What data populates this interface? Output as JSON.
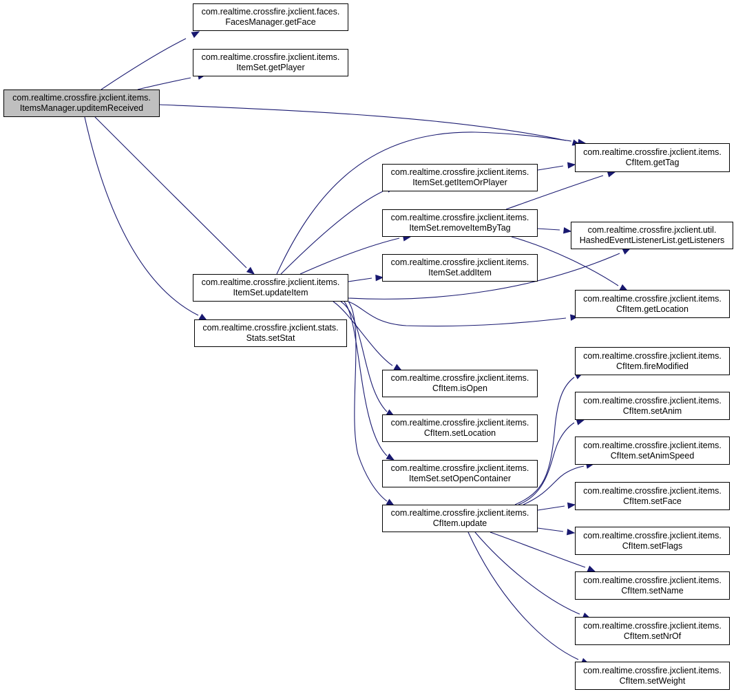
{
  "graph": {
    "root_fill": "#bfbfbf",
    "edge_color": "#191970",
    "nodes": {
      "itemsmanager_upditemreceived": {
        "line1": "com.realtime.crossfire.jxclient.items.",
        "line2": "ItemsManager.upditemReceived"
      },
      "facesmanager_getface": {
        "line1": "com.realtime.crossfire.jxclient.faces.",
        "line2": "FacesManager.getFace"
      },
      "itemset_getplayer": {
        "line1": "com.realtime.crossfire.jxclient.items.",
        "line2": "ItemSet.getPlayer"
      },
      "itemset_updateitem": {
        "line1": "com.realtime.crossfire.jxclient.items.",
        "line2": "ItemSet.updateItem"
      },
      "stats_setstat": {
        "line1": "com.realtime.crossfire.jxclient.stats.",
        "line2": "Stats.setStat"
      },
      "itemset_getitemorplayer": {
        "line1": "com.realtime.crossfire.jxclient.items.",
        "line2": "ItemSet.getItemOrPlayer"
      },
      "itemset_removeitembytag": {
        "line1": "com.realtime.crossfire.jxclient.items.",
        "line2": "ItemSet.removeItemByTag"
      },
      "itemset_additem": {
        "line1": "com.realtime.crossfire.jxclient.items.",
        "line2": "ItemSet.addItem"
      },
      "cfitem_isopen": {
        "line1": "com.realtime.crossfire.jxclient.items.",
        "line2": "CfItem.isOpen"
      },
      "cfitem_setlocation": {
        "line1": "com.realtime.crossfire.jxclient.items.",
        "line2": "CfItem.setLocation"
      },
      "itemset_setopencontainer": {
        "line1": "com.realtime.crossfire.jxclient.items.",
        "line2": "ItemSet.setOpenContainer"
      },
      "cfitem_update": {
        "line1": "com.realtime.crossfire.jxclient.items.",
        "line2": "CfItem.update"
      },
      "cfitem_gettag": {
        "line1": "com.realtime.crossfire.jxclient.items.",
        "line2": "CfItem.getTag"
      },
      "hashedeventlistenerlist_getlisteners": {
        "line1": "com.realtime.crossfire.jxclient.util.",
        "line2": "HashedEventListenerList.getListeners"
      },
      "cfitem_getlocation": {
        "line1": "com.realtime.crossfire.jxclient.items.",
        "line2": "CfItem.getLocation"
      },
      "cfitem_firemodified": {
        "line1": "com.realtime.crossfire.jxclient.items.",
        "line2": "CfItem.fireModified"
      },
      "cfitem_setanim": {
        "line1": "com.realtime.crossfire.jxclient.items.",
        "line2": "CfItem.setAnim"
      },
      "cfitem_setanimspeed": {
        "line1": "com.realtime.crossfire.jxclient.items.",
        "line2": "CfItem.setAnimSpeed"
      },
      "cfitem_setface": {
        "line1": "com.realtime.crossfire.jxclient.items.",
        "line2": "CfItem.setFace"
      },
      "cfitem_setflags": {
        "line1": "com.realtime.crossfire.jxclient.items.",
        "line2": "CfItem.setFlags"
      },
      "cfitem_setname": {
        "line1": "com.realtime.crossfire.jxclient.items.",
        "line2": "CfItem.setName"
      },
      "cfitem_setnrof": {
        "line1": "com.realtime.crossfire.jxclient.items.",
        "line2": "CfItem.setNrOf"
      },
      "cfitem_setweight": {
        "line1": "com.realtime.crossfire.jxclient.items.",
        "line2": "CfItem.setWeight"
      }
    },
    "edges": [
      {
        "from": "itemsmanager_upditemreceived",
        "to": "facesmanager_getface"
      },
      {
        "from": "itemsmanager_upditemreceived",
        "to": "itemset_getplayer"
      },
      {
        "from": "itemsmanager_upditemreceived",
        "to": "cfitem_gettag"
      },
      {
        "from": "itemsmanager_upditemreceived",
        "to": "itemset_updateitem"
      },
      {
        "from": "itemsmanager_upditemreceived",
        "to": "stats_setstat"
      },
      {
        "from": "itemset_updateitem",
        "to": "cfitem_gettag"
      },
      {
        "from": "itemset_updateitem",
        "to": "itemset_getitemorplayer"
      },
      {
        "from": "itemset_updateitem",
        "to": "itemset_removeitembytag"
      },
      {
        "from": "itemset_updateitem",
        "to": "itemset_additem"
      },
      {
        "from": "itemset_updateitem",
        "to": "hashedeventlistenerlist_getlisteners"
      },
      {
        "from": "itemset_updateitem",
        "to": "cfitem_getlocation"
      },
      {
        "from": "itemset_updateitem",
        "to": "cfitem_isopen"
      },
      {
        "from": "itemset_updateitem",
        "to": "cfitem_setlocation"
      },
      {
        "from": "itemset_updateitem",
        "to": "itemset_setopencontainer"
      },
      {
        "from": "itemset_updateitem",
        "to": "cfitem_update"
      },
      {
        "from": "itemset_getitemorplayer",
        "to": "cfitem_gettag"
      },
      {
        "from": "itemset_removeitembytag",
        "to": "cfitem_gettag"
      },
      {
        "from": "itemset_removeitembytag",
        "to": "hashedeventlistenerlist_getlisteners"
      },
      {
        "from": "itemset_removeitembytag",
        "to": "cfitem_getlocation"
      },
      {
        "from": "cfitem_update",
        "to": "cfitem_firemodified"
      },
      {
        "from": "cfitem_update",
        "to": "cfitem_setanim"
      },
      {
        "from": "cfitem_update",
        "to": "cfitem_setanimspeed"
      },
      {
        "from": "cfitem_update",
        "to": "cfitem_setface"
      },
      {
        "from": "cfitem_update",
        "to": "cfitem_setflags"
      },
      {
        "from": "cfitem_update",
        "to": "cfitem_setname"
      },
      {
        "from": "cfitem_update",
        "to": "cfitem_setnrof"
      },
      {
        "from": "cfitem_update",
        "to": "cfitem_setweight"
      }
    ]
  }
}
